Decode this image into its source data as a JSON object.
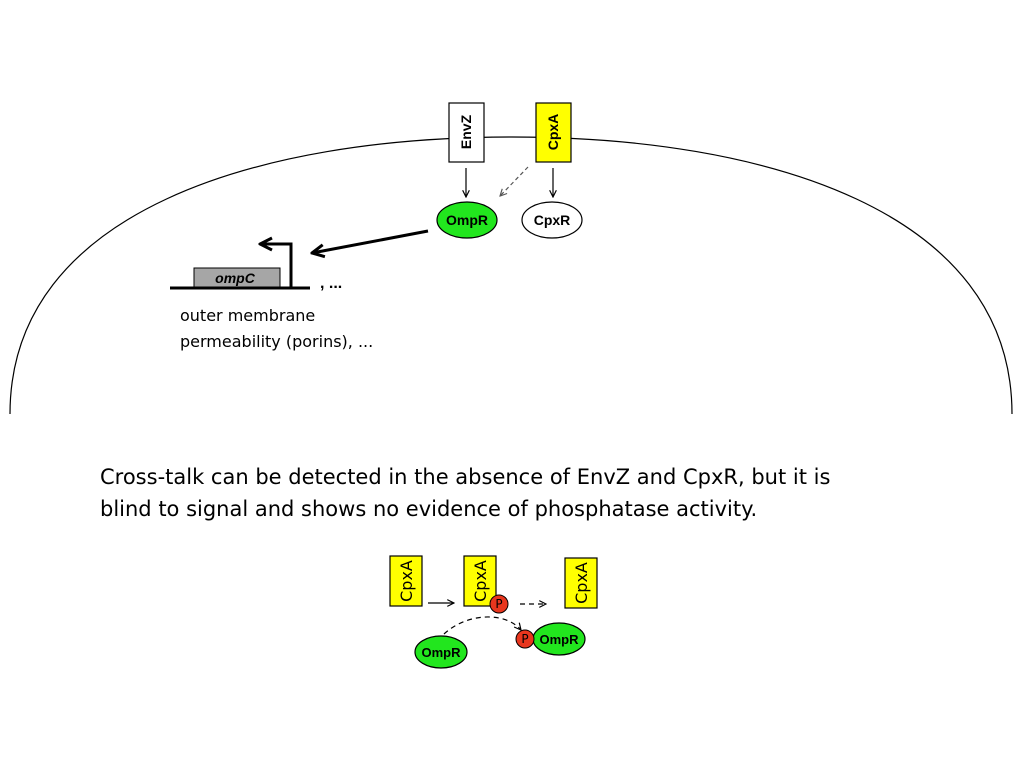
{
  "top_diagram": {
    "envz_label": "EnvZ",
    "cpxa_label": "CpxA",
    "ompr_label": "OmpR",
    "cpxr_label": "CpxR",
    "gene_label": "ompC",
    "gene_suffix": ", ...",
    "caption_line1": "outer membrane",
    "caption_line2": "permeability (porins), ..."
  },
  "description": {
    "line1": "Cross-talk can be detected in the absence of EnvZ and CpxR, but it is",
    "line2": "blind to signal and shows no evidence of phosphatase activity."
  },
  "bottom_diagram": {
    "cpxa1_label": "CpxA",
    "cpxa2_label": "CpxA",
    "cpxa3_label": "CpxA",
    "p1_label": "P",
    "p2_label": "P",
    "ompr1_label": "OmpR",
    "ompr2_label": "OmpR"
  },
  "colors": {
    "ompr_fill": "#22e61e",
    "cpxa_fill": "#ffff00",
    "phosphate_fill": "#e8361e",
    "gene_fill": "#a6a6a6"
  }
}
